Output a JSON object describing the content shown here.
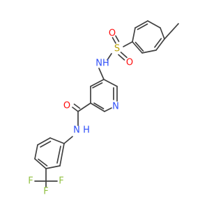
{
  "atoms": {
    "sulfonyl_o_left": {
      "label": "O",
      "color": "#ff0d0d"
    },
    "sulfonyl_s": {
      "label": "S",
      "color": "#b8a000"
    },
    "sulfonyl_o_right": {
      "label": "O",
      "color": "#ff0d0d"
    },
    "sulfonamide_nh": {
      "label": "NH",
      "color": "#3050f8"
    },
    "amide_o": {
      "label": "O",
      "color": "#ff0d0d"
    },
    "pyridine_n": {
      "label": "N",
      "color": "#3050f8"
    },
    "amide_n": {
      "label": "N",
      "color": "#3050f8"
    },
    "amide_h": {
      "label": "H",
      "color": "#3050f8"
    },
    "fluorine_left": {
      "label": "F",
      "color": "#90c040"
    },
    "fluorine_right": {
      "label": "F",
      "color": "#90c040"
    },
    "fluorine_bottom": {
      "label": "F",
      "color": "#90c040"
    }
  },
  "colors": {
    "bond": "#404040",
    "background": "#ffffff"
  }
}
